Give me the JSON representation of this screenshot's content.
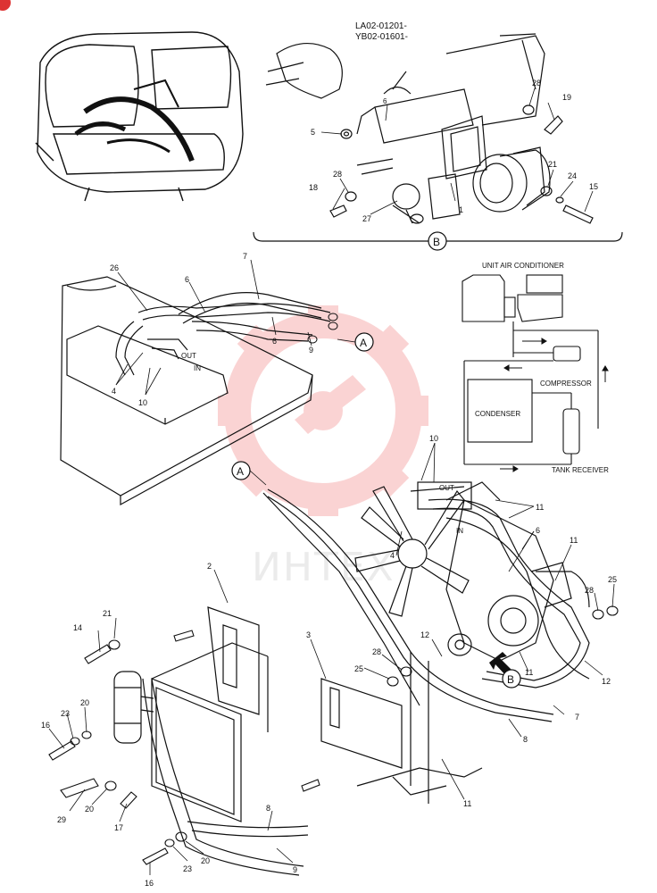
{
  "header": {
    "model_line_1": "LA02-01201-",
    "model_line_2": "YB02-01601-"
  },
  "section_markers": {
    "A": "A",
    "B": "B"
  },
  "schematic": {
    "unit_air_conditioner": "UNIT AIR CONDITIONER",
    "compressor": "COMPRESSOR",
    "condenser": "CONDENSER",
    "tank_receiver": "TANK RECEIVER"
  },
  "flow_labels": {
    "out_top": "OUT",
    "in_top": "IN",
    "out_bottom": "OUT",
    "in_bottom": "IN"
  },
  "watermark": {
    "text": "ИНТЕХ"
  },
  "callouts": {
    "c28_top": "28",
    "c19": "19",
    "c5": "5",
    "c6_top": "6",
    "c28_mid": "28",
    "c21_top": "21",
    "c24": "24",
    "c15": "15",
    "c18": "18",
    "c27": "27",
    "c1": "1",
    "c26": "26",
    "c7_top": "7",
    "c6_a": "6",
    "c6_b": "6",
    "c9_top": "9",
    "c4_left": "4",
    "c10_left": "10",
    "c10_right": "10",
    "c11_a": "11",
    "c6_right": "6",
    "c11_b": "11",
    "c4_fan": "4",
    "c25_right": "25",
    "c28_right": "28",
    "c2": "2",
    "c14": "14",
    "c21_mid": "21",
    "c3": "3",
    "c12_a": "12",
    "c28_low": "28",
    "c25_low": "25",
    "c11_c": "11",
    "c12_b": "12",
    "c16_a": "16",
    "c23_a": "23",
    "c20_a": "20",
    "c7_low": "7",
    "c8_low": "8",
    "c29": "29",
    "c20_b": "20",
    "c17": "17",
    "c11_d": "11",
    "c8_bottom": "8",
    "c9_bottom": "9",
    "c16_b": "16",
    "c23_b": "23",
    "c20_c": "20"
  }
}
